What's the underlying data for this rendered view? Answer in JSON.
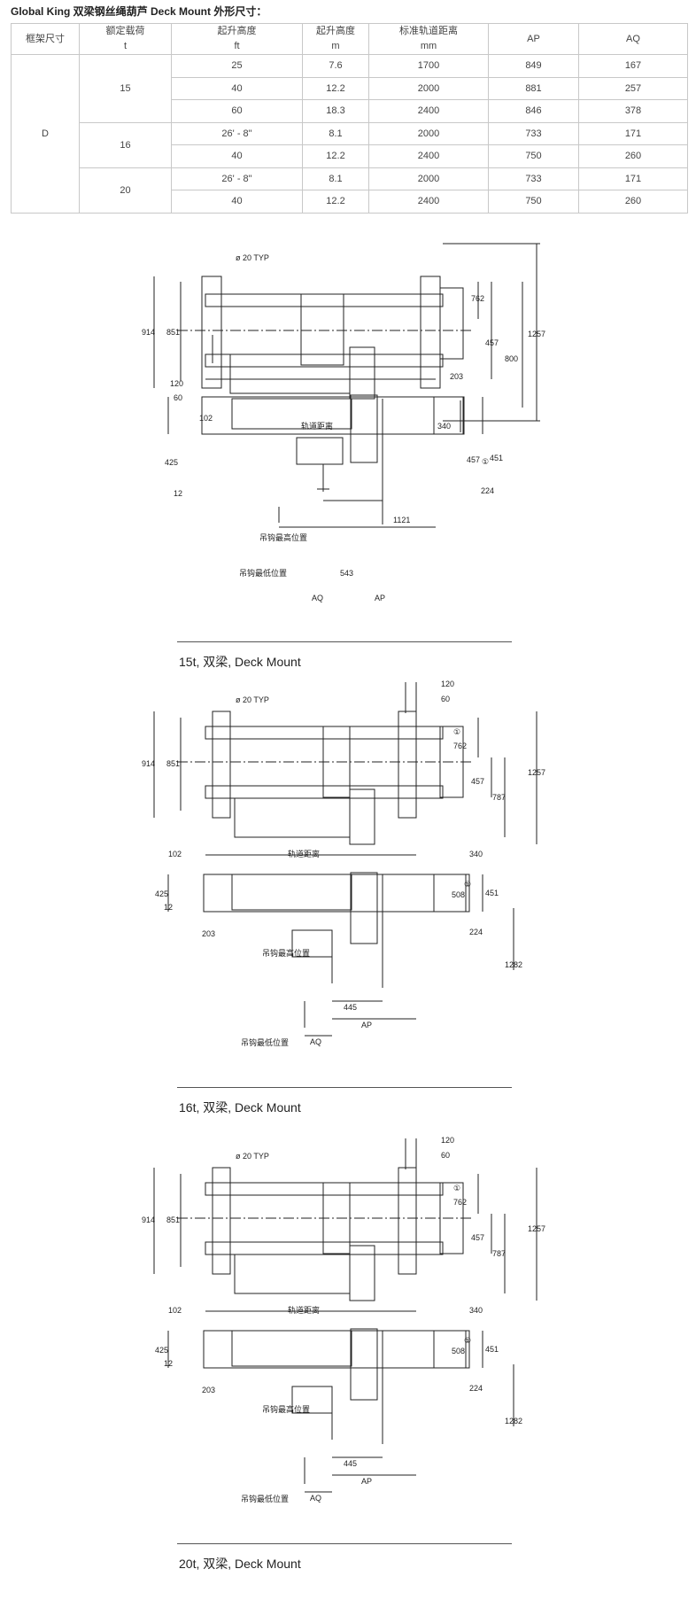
{
  "title": "Global King 双梁钢丝绳葫芦 Deck Mount 外形尺寸：",
  "table": {
    "headers": [
      {
        "line1": "框架尺寸",
        "line2": ""
      },
      {
        "line1": "额定载荷",
        "line2": "t"
      },
      {
        "line1": "起升高度",
        "line2": "ft"
      },
      {
        "line1": "起升高度",
        "line2": "m"
      },
      {
        "line1": "标准轨道距离",
        "line2": "mm"
      },
      {
        "line1": "AP",
        "line2": ""
      },
      {
        "line1": "AQ",
        "line2": ""
      }
    ],
    "frame": "D",
    "groups": [
      {
        "load": "15",
        "rows": [
          {
            "ft": "25",
            "m": "7.6",
            "rail": "1700",
            "ap": "849",
            "aq": "167"
          },
          {
            "ft": "40",
            "m": "12.2",
            "rail": "2000",
            "ap": "881",
            "aq": "257"
          },
          {
            "ft": "60",
            "m": "18.3",
            "rail": "2400",
            "ap": "846",
            "aq": "378"
          }
        ]
      },
      {
        "load": "16",
        "rows": [
          {
            "ft": "26' - 8\"",
            "m": "8.1",
            "rail": "2000",
            "ap": "733",
            "aq": "171"
          },
          {
            "ft": "40",
            "m": "12.2",
            "rail": "2400",
            "ap": "750",
            "aq": "260"
          }
        ]
      },
      {
        "load": "20",
        "rows": [
          {
            "ft": "26' - 8\"",
            "m": "8.1",
            "rail": "2000",
            "ap": "733",
            "aq": "171"
          },
          {
            "ft": "40",
            "m": "12.2",
            "rail": "2400",
            "ap": "750",
            "aq": "260"
          }
        ]
      }
    ]
  },
  "drawings": [
    {
      "caption": "15t, 双梁, Deck Mount",
      "dims": {
        "hole": "ø 20 TYP",
        "d914": "914",
        "d851": "851",
        "d762": "762",
        "d457": "457",
        "d800": "800",
        "d1257": "1257",
        "d203": "203",
        "d120": "120",
        "d60": "60",
        "d102": "102",
        "rail": "轨道距离",
        "d340": "340",
        "d425": "425",
        "d12": "12",
        "d457b": "457",
        "d451": "451",
        "d224": "224",
        "d1121": "1121",
        "d543": "543",
        "hook_high": "吊钩最高位置",
        "hook_low": "吊钩最低位置",
        "ap": "AP",
        "aq": "AQ",
        "circ": "①"
      }
    },
    {
      "caption": "16t, 双梁, Deck Mount",
      "dims": {
        "hole": "ø 20 TYP",
        "d914": "914",
        "d851": "851",
        "d762": "762",
        "d457": "457",
        "d787": "787",
        "d1257": "1257",
        "d120": "120",
        "d60": "60",
        "d102": "102",
        "rail": "轨道距离",
        "d340": "340",
        "d425": "425",
        "d12": "12",
        "d203": "203",
        "d508": "508",
        "d451": "451",
        "d224": "224",
        "d1282": "1282",
        "d445": "445",
        "hook_high": "吊钩最高位置",
        "hook_low": "吊钩最低位置",
        "ap": "AP",
        "aq": "AQ",
        "circ": "①"
      }
    },
    {
      "caption": "20t, 双梁, Deck Mount",
      "dims": {
        "hole": "ø 20 TYP",
        "d914": "914",
        "d851": "851",
        "d762": "762",
        "d457": "457",
        "d787": "787",
        "d1257": "1257",
        "d120": "120",
        "d60": "60",
        "d102": "102",
        "rail": "轨道距离",
        "d340": "340",
        "d425": "425",
        "d12": "12",
        "d203": "203",
        "d508": "508",
        "d451": "451",
        "d224": "224",
        "d1282": "1282",
        "d445": "445",
        "hook_high": "吊钩最高位置",
        "hook_low": "吊钩最低位置",
        "ap": "AP",
        "aq": "AQ",
        "circ": "①"
      }
    }
  ]
}
